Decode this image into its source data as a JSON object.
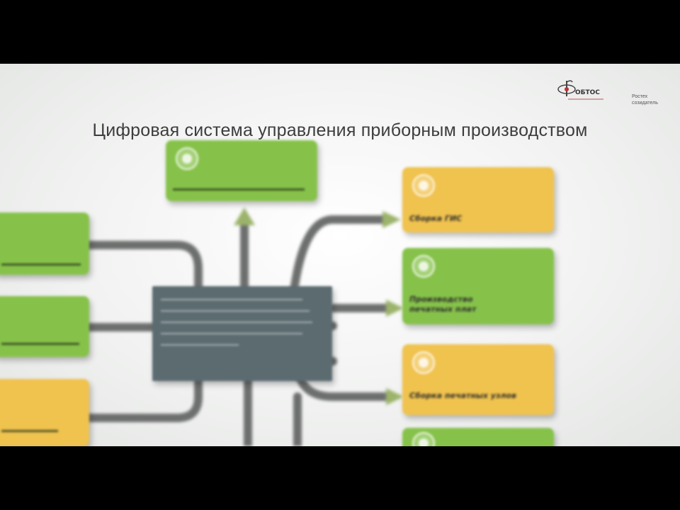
{
  "slide": {
    "title": "Цифровая система управления приборным производством",
    "logo_text": "ОБТОС",
    "partner_text_1": "Ростех",
    "partner_text_2": "созидатель"
  },
  "boxes": {
    "right_1": "Сборка ГИС",
    "right_2_line1": "Производство",
    "right_2_line2": "печатных плат",
    "right_3": "Сборка печатных узлов"
  },
  "colors": {
    "green": "#86c24a",
    "yellow": "#f0c24e",
    "center": "#5b6b70",
    "connector": "#6a6c6b",
    "arrow": "#9bb36a"
  }
}
